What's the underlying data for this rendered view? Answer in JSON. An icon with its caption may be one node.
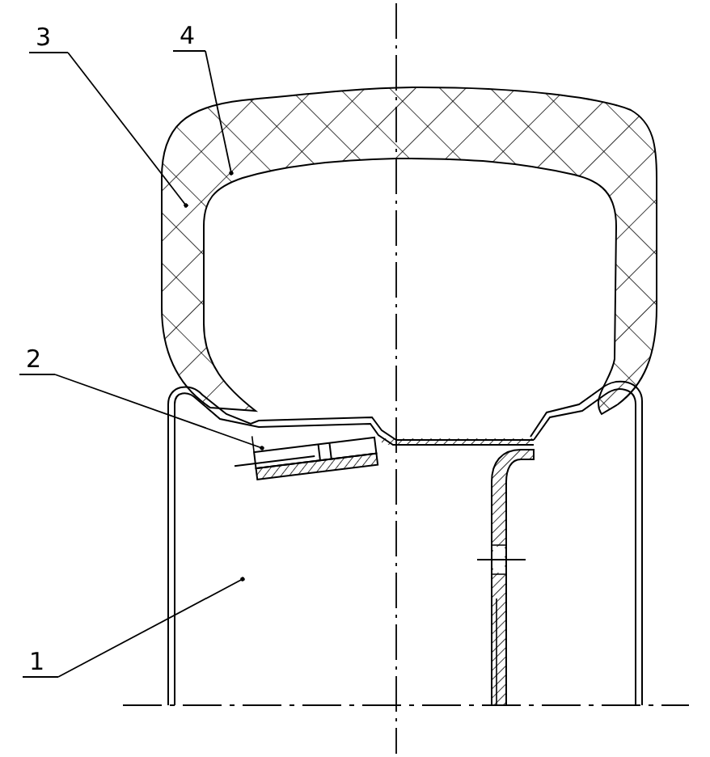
{
  "diagram": {
    "nodes": [
      {
        "text": [
          "3"
        ]
      },
      {
        "text": [
          "4"
        ]
      },
      {
        "text": [
          "2"
        ]
      },
      {
        "text": [
          "1"
        ]
      }
    ],
    "edges": [
      {
        "from": 0,
        "to": null,
        "arrow": "other"
      },
      {
        "from": 1,
        "to": null,
        "arrow": "other"
      },
      {
        "from": 2,
        "to": null,
        "arrow": "other"
      },
      {
        "from": 3,
        "to": null,
        "arrow": "other"
      }
    ]
  }
}
